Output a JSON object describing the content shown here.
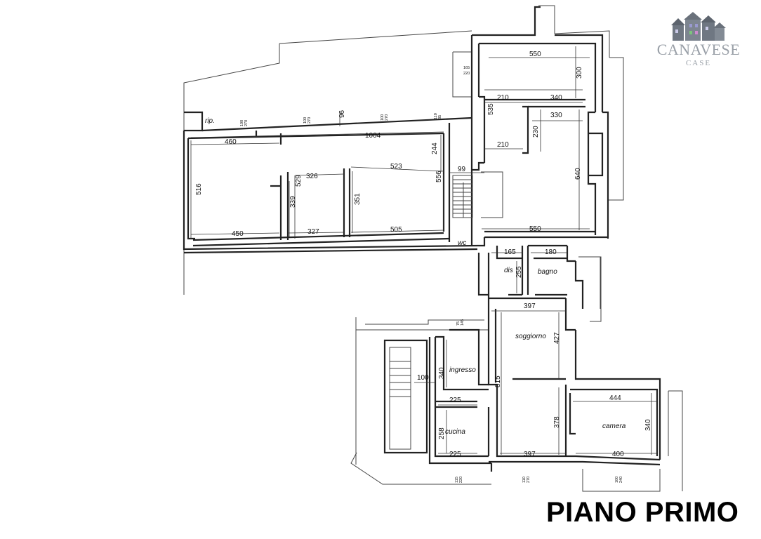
{
  "title": "PIANO PRIMO",
  "logo": {
    "name": "CANAVESE",
    "sub": "CASE",
    "icon": "houses-icon"
  },
  "rooms": {
    "rip": "rip.",
    "wc": "wc",
    "dis": "dis",
    "bagno": "bagno",
    "soggiorno": "soggiorno",
    "ingresso": "ingresso",
    "cucina": "cucina",
    "camera": "camera"
  },
  "dims": {
    "d550_top": "550",
    "d300": "300",
    "d210_a": "210",
    "d340_top": "340",
    "d535": "535",
    "d330": "330",
    "d230": "230",
    "d210_b": "210",
    "d640": "640",
    "d99": "99",
    "d550_mid": "550",
    "d165": "165",
    "d180": "180",
    "d255": "255",
    "d397_top": "397",
    "d427": "427",
    "d815": "815",
    "d378": "378",
    "d397_bot": "397",
    "d444": "444",
    "d340_cam": "340",
    "d400": "400",
    "d340_ing": "340",
    "d100": "100",
    "d225_top": "225",
    "d258": "258",
    "d225_bot": "225",
    "d1004": "1004",
    "d460": "460",
    "d96": "96",
    "d244": "244",
    "d523": "523",
    "d556": "556",
    "d326": "326",
    "d529": "529",
    "d339": "339",
    "d351": "351",
    "d516": "516",
    "d450": "450",
    "d327": "327",
    "d505": "505"
  },
  "small_dims": {
    "s1": "165",
    "s1b": "220",
    "s2": "100",
    "s2b": "270",
    "s3": "100",
    "s3b": "270",
    "s4": "100",
    "s4b": "270",
    "s5": "110",
    "s5b": "85",
    "s6": "75",
    "s6b": "145",
    "s7": "115",
    "s7b": "220",
    "s8": "110",
    "s8b": "270",
    "s9": "100",
    "s9b": "240"
  }
}
